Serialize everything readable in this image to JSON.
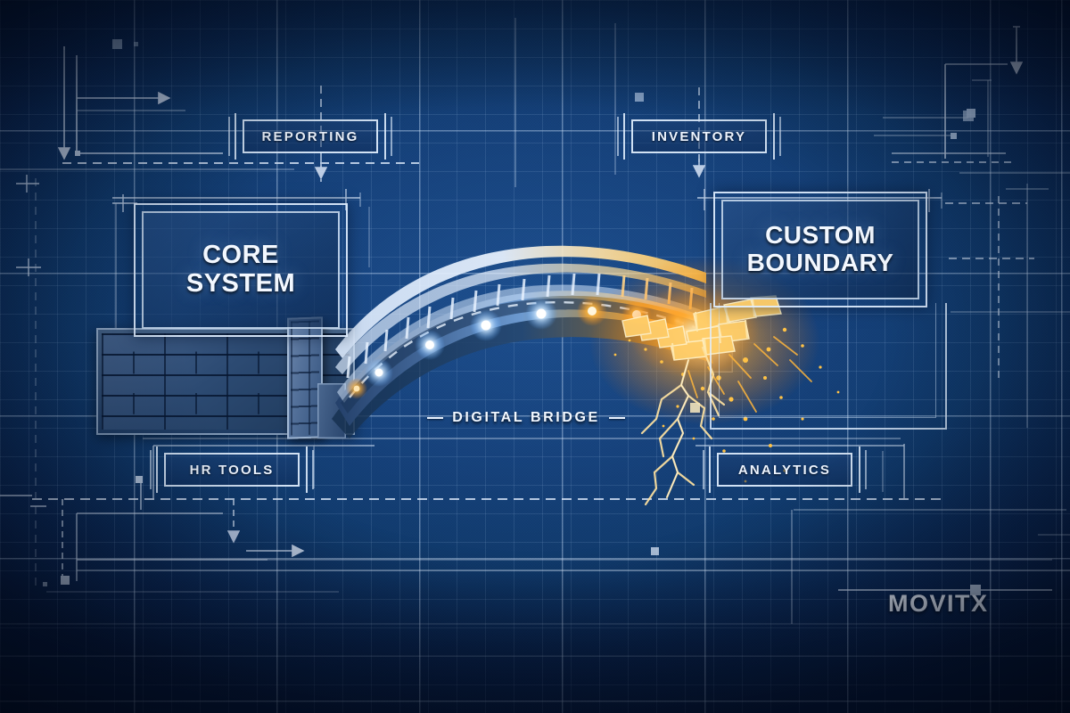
{
  "scene": {
    "type": "blueprint-illustration",
    "title_text": "MOVITX",
    "background_color": "#123a6e",
    "grid_line_color": "#aecbee",
    "accent_cool": "#cfe6ff",
    "accent_warm": "#ffa41f"
  },
  "panels": [
    {
      "id": "core-system",
      "label_line1": "CORE",
      "label_line2": "SYSTEM"
    },
    {
      "id": "custom-boundary",
      "label_line1": "CUSTOM",
      "label_line2": "BOUNDARY"
    }
  ],
  "tags": [
    {
      "id": "reporting",
      "label": "REPORTING"
    },
    {
      "id": "inventory",
      "label": "INVENTORY"
    },
    {
      "id": "hr-tools",
      "label": "HR TOOLS"
    },
    {
      "id": "analytics",
      "label": "ANALYTICS"
    }
  ],
  "bridge": {
    "caption": "DIGITAL BRIDGE",
    "state": "broken",
    "intact_side": "left",
    "collapsed_side": "right",
    "deck_light_color": "#dff0ff",
    "break_glow_color": "#ffb02e",
    "spark_color": "#ffd37a"
  },
  "watermark": {
    "text": "MOVITX"
  }
}
